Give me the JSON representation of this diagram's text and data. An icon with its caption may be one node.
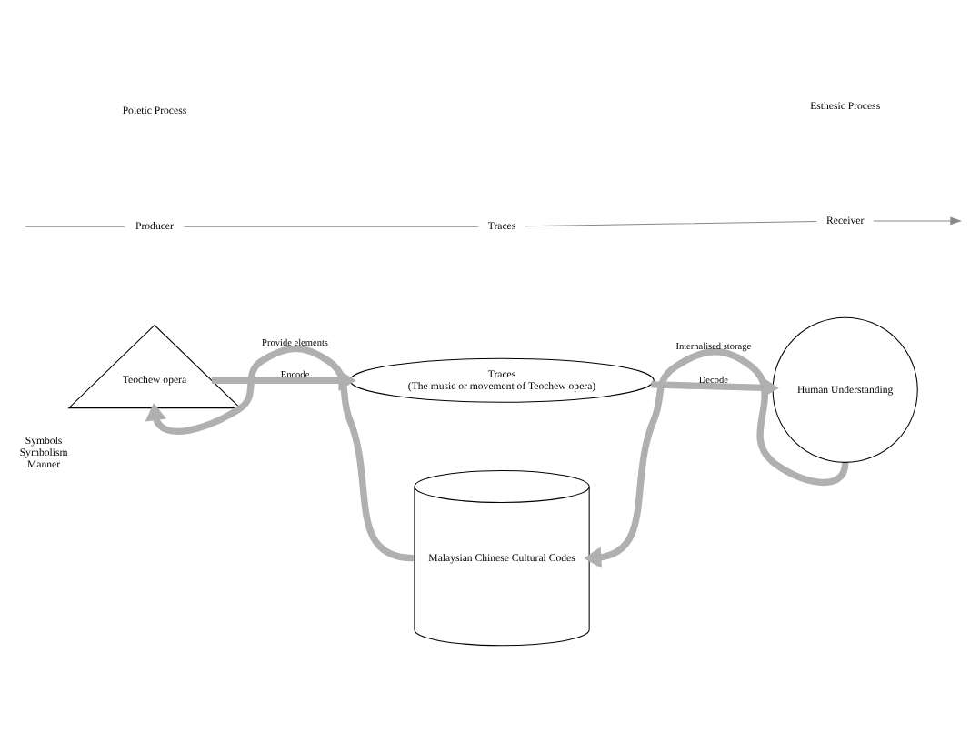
{
  "diagram": {
    "nodes": [
      {
        "text": [
          "Teochew opera"
        ],
        "beside": [
          "Symbols",
          "Symbolism",
          "Manner"
        ]
      },
      {
        "text": [
          "Traces",
          "(The music or movement of Teochew opera)"
        ]
      },
      {
        "text": [
          "Human Understanding"
        ]
      },
      {
        "text": [
          "Malaysian Chinese Cultural Codes"
        ]
      },
      {
        "text": [
          "Producer"
        ]
      },
      {
        "text": [
          "Traces"
        ]
      },
      {
        "text": [
          "Receiver"
        ]
      }
    ],
    "edges": [
      {
        "from": 0,
        "to": 1,
        "arrow": "to",
        "label": "Encode",
        "style": "thick"
      },
      {
        "from": 1,
        "to": 2,
        "arrow": "to",
        "label": "Decode",
        "style": "thick"
      },
      {
        "from": 2,
        "to": 3,
        "arrow": "to",
        "label": "Internalised storage",
        "style": "thick"
      },
      {
        "from": 3,
        "to": 0,
        "arrow": "to",
        "label": "Provide elements",
        "style": "thick"
      },
      {
        "from": null,
        "to": 4,
        "arrow": "none"
      },
      {
        "from": 4,
        "to": 5,
        "arrow": "none"
      },
      {
        "from": 5,
        "to": 6,
        "arrow": "none"
      },
      {
        "from": 6,
        "to": null,
        "arrow": "to"
      }
    ],
    "labels": [
      "Poietic Process",
      "Esthesic Process"
    ]
  }
}
